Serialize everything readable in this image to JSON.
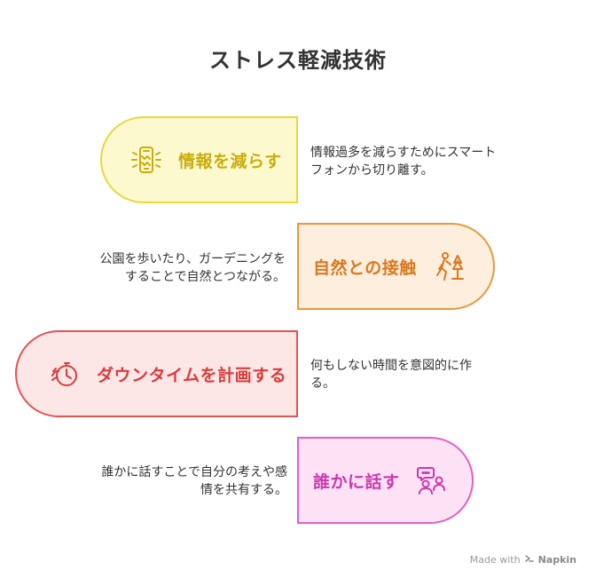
{
  "title": "ストレス軽減技術",
  "items": [
    {
      "label": "情報を減らす",
      "description": "情報過多を減らすためにスマートフォンから切り離す。",
      "icon": "phone-icon",
      "colors": {
        "fill": "#fdf9cf",
        "stroke": "#e7d83b",
        "text": "#c9ad10"
      }
    },
    {
      "label": "自然との接触",
      "description": "公園を歩いたり、ガーデニングをすることで自然とつながる。",
      "icon": "hiker-icon",
      "colors": {
        "fill": "#fdeede",
        "stroke": "#e59a3d",
        "text": "#d9791f"
      }
    },
    {
      "label": "ダウンタイムを計画する",
      "description": "何もしない時間を意図的に作る。",
      "icon": "stopwatch-icon",
      "colors": {
        "fill": "#fde6e6",
        "stroke": "#e05555",
        "text": "#d63e3e"
      }
    },
    {
      "label": "誰かに話す",
      "description": "誰かに話すことで自分の考えや感情を共有する。",
      "icon": "chat-people-icon",
      "colors": {
        "fill": "#fde2f6",
        "stroke": "#df60c9",
        "text": "#c93aae"
      }
    }
  ],
  "footer": {
    "prefix": "Made with",
    "brand": "Napkin"
  }
}
